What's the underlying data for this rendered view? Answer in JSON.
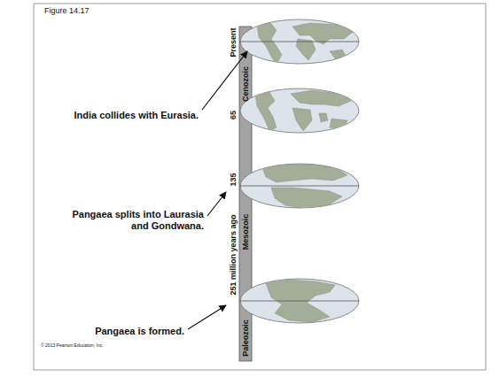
{
  "diagram": {
    "labels": [
      "Figure 14.17",
      "India collides with Eurasia.",
      "Pangaea splits into Laurasia and Gondwana.",
      "Pangaea is formed.",
      "Present",
      "Cenozoic",
      "65",
      "135",
      "Mesozoic",
      "251 million years ago",
      "Paleozoic",
      "© 2013 Pearson Education, Inc."
    ]
  }
}
